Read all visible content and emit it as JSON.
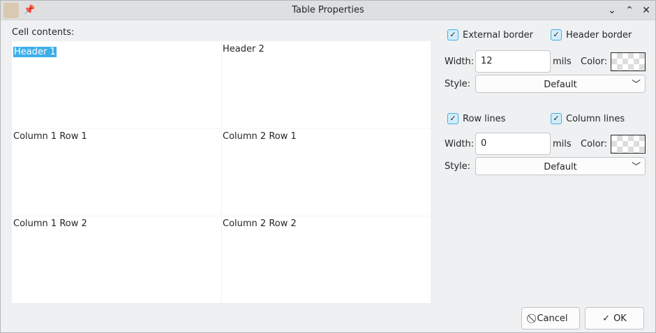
{
  "window": {
    "title": "Table Properties",
    "controls": {
      "minimize": "⌄",
      "maximize": "⌃",
      "close": "✕"
    },
    "pin_icon": "📌"
  },
  "cells": {
    "label": "Cell contents:",
    "rows": [
      [
        "Header 1",
        "Header 2"
      ],
      [
        "Column 1 Row 1",
        "Column 2 Row 1"
      ],
      [
        "Column 1 Row 2",
        "Column 2 Row 2"
      ]
    ]
  },
  "border": {
    "external": "External border",
    "header": "Header border",
    "width_label": "Width:",
    "width": "12",
    "units": "mils",
    "color_label": "Color:",
    "style_label": "Style:",
    "style": "Default"
  },
  "lines": {
    "row": "Row lines",
    "column": "Column lines",
    "width_label": "Width:",
    "width": "0",
    "units": "mils",
    "color_label": "Color:",
    "style_label": "Style:",
    "style": "Default"
  },
  "buttons": {
    "cancel": "Cancel",
    "ok": "OK"
  },
  "colors": {
    "accent": "#3daee9",
    "bg": "#eff0f1"
  }
}
